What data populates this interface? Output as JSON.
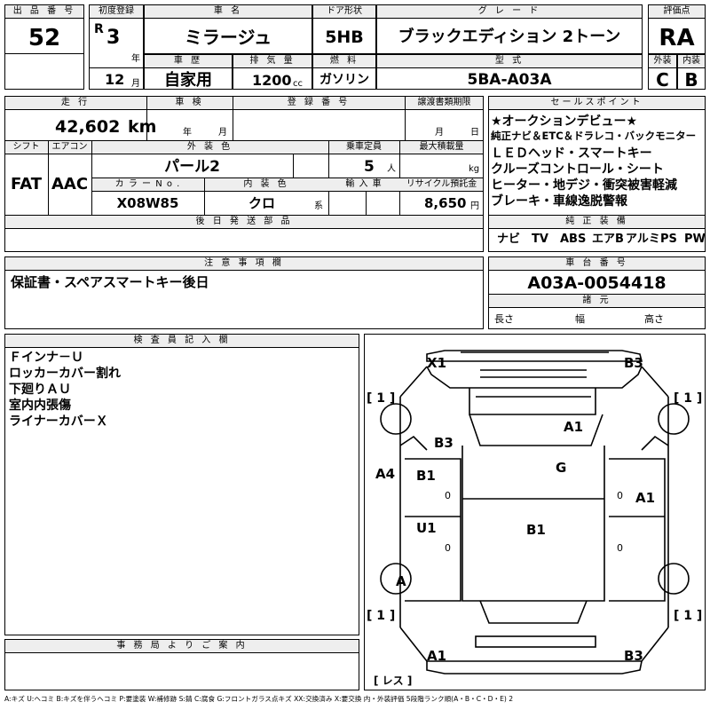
{
  "top": {
    "lot_label": "出 品 番 号",
    "lot_value": "52",
    "reg_label": "初度登録",
    "era": "R",
    "year": "3",
    "year_unit": "年",
    "month": "12",
    "month_unit": "月",
    "name_label": "車 名",
    "name_value": "ミラージュ",
    "door_label": "ドア形状",
    "door_value": "5HB",
    "grade_label": "グ レ ー ド",
    "grade_value": "ブラックエディション 2トーン",
    "score_label": "評価点",
    "score_value": "RA",
    "history_label": "車 歴",
    "history_value": "自家用",
    "disp_label": "排 気 量",
    "disp_value": "1200",
    "disp_unit": "cc",
    "fuel_label": "燃 料",
    "fuel_value": "ガソリン",
    "model_label": "型 式",
    "model_value": "5BA-A03A",
    "ext_label": "外装",
    "ext_value": "C",
    "int_label": "内装",
    "int_value": "B"
  },
  "mid": {
    "mileage_label": "走 行",
    "mileage_value": "42,602",
    "mileage_unit": "km",
    "inspect_label": "車 検",
    "inspect_y": "年",
    "inspect_m": "月",
    "regno_label": "登 録 番 号",
    "transfer_label": "譲渡書類期限",
    "transfer_m": "月",
    "transfer_d": "日",
    "shift_label": "シフト",
    "shift_value": "FAT",
    "ac_label": "エアコン",
    "ac_value": "AAC",
    "color_label": "外 装 色",
    "color_value": "パール2",
    "seats_label": "乗車定員",
    "seats_value": "5",
    "seats_unit": "人",
    "load_label": "最大積載量",
    "load_unit": "kg",
    "colorno_label": "カ ラ ー N o .",
    "colorno_value": "X08W85",
    "intcolor_label": "内 装 色",
    "intcolor_value": "クロ",
    "intcolor_unit": "系",
    "import_label": "輸 入 車",
    "recycle_label": "リサイクル預託金",
    "recycle_value": "8,650",
    "recycle_unit": "円",
    "later_label": "後 日 発 送 部 品",
    "sales_label": "セールスポイント",
    "sales_points": [
      "★オークションデビュー★",
      "純正ナビ＆ETC＆ドラレコ・バックモニター",
      "ＬＥＤヘッド・スマートキー",
      "クルーズコントロール・シート",
      "ヒーター・地デジ・衝突被害軽減",
      "ブレーキ・車線逸脱警報"
    ],
    "equip_label": "純 正 装 備",
    "equip_values": [
      "ナビ",
      "TV",
      "ABS",
      "エアB",
      "アルミ",
      "PS",
      "PW"
    ],
    "notes_label": "注 意 事 項 欄",
    "notes_value": "保証書・スペアスマートキー後日",
    "chassis_label": "車 台 番 号",
    "chassis_value": "A03A-0054418",
    "dims_label": "諸 元",
    "len_label": "長さ",
    "wid_label": "幅",
    "hgt_label": "高さ"
  },
  "inspector": {
    "label": "検 査 員 記 入 欄",
    "lines": [
      "Ｆインナ－Ｕ",
      "ロッカーカバー割れ",
      "下廻りＡＵ",
      "室内内張傷",
      "ライナーカバーＸ"
    ]
  },
  "diagram": {
    "marks": {
      "x1": "X1",
      "b3a": "B3",
      "a1_hood": "A1",
      "b3_fender": "B3",
      "g": "G",
      "a4": "A4",
      "b1_door": "B1",
      "a1_right": "A1",
      "u1": "U1",
      "b1_roof": "B1",
      "a_wheel": "A",
      "a1_rear": "A1",
      "b3_rear": "B3"
    },
    "tires": [
      "[ 1 ]",
      "[ 1 ]",
      "[ 1 ]",
      "[ 1 ]"
    ],
    "zeros": [
      "0",
      "0",
      "0",
      "0"
    ],
    "spare": "[ レス ]"
  },
  "office": {
    "label": "事 務 局 よ り ご 案 内"
  },
  "legend": "A:キズ U:ヘコミ B:キズを伴うヘコミ P:要塗装 W:補修跡 S:錆 C:腐食 G:フロントガラス点キズ XX:交換済み X:要交換 内・外装評価 5段階ランク順(A・B・C・D・E) 2"
}
